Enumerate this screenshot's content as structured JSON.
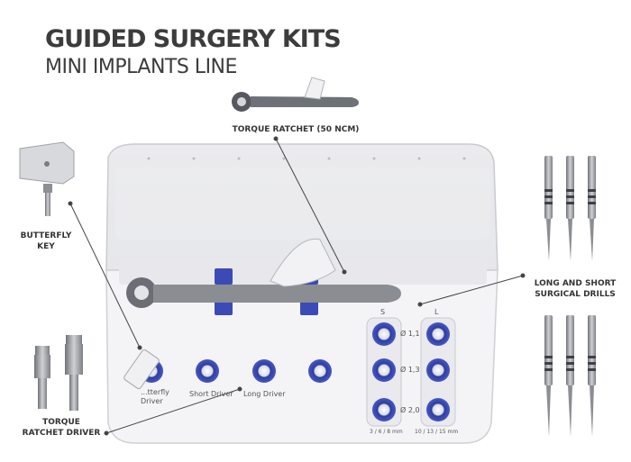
{
  "header": {
    "title": "GUIDED SURGERY KITS",
    "subtitle": "MINI IMPLANTS LINE"
  },
  "callouts": {
    "torque_ratchet": "TORQUE RATCHET (50 NCM)",
    "butterfly_key_line1": "BUTTERFLY",
    "butterfly_key_line2": "KEY",
    "drills_line1": "LONG AND SHORT",
    "drills_line2": "SURGICAL DRILLS",
    "ratchet_driver_line1": "TORQUE",
    "ratchet_driver_line2": "RATCHET DRIVER"
  },
  "kit": {
    "driver_labels": [
      "...tterfly Driver",
      "Short Driver",
      "Long Driver"
    ],
    "column_s": "S",
    "column_l": "L",
    "diameters": [
      "Ø 1,1",
      "Ø 1,3",
      "Ø 2,0"
    ],
    "s_lengths": "3 / 6 / 8 mm",
    "l_lengths": "10 / 13 / 15 mm"
  },
  "colors": {
    "title": "#3c3c3c",
    "tray_blue": "#3b4bb5",
    "tray_white": "#f4f4f6",
    "metal": "#8a8d92"
  }
}
